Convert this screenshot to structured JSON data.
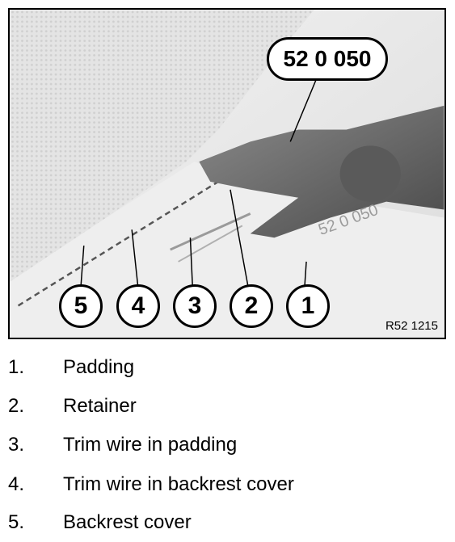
{
  "figure": {
    "tool_label": "52 0 050",
    "tool_imprint": "52 0 050",
    "reference_code": "R52 1215",
    "callouts": [
      "5",
      "4",
      "3",
      "2",
      "1"
    ]
  },
  "legend": [
    {
      "number": "1.",
      "text": "Padding"
    },
    {
      "number": "2.",
      "text": "Retainer"
    },
    {
      "number": "3.",
      "text": "Trim wire in padding"
    },
    {
      "number": "4.",
      "text": "Trim wire in backrest cover"
    },
    {
      "number": "5.",
      "text": "Backrest cover"
    }
  ]
}
